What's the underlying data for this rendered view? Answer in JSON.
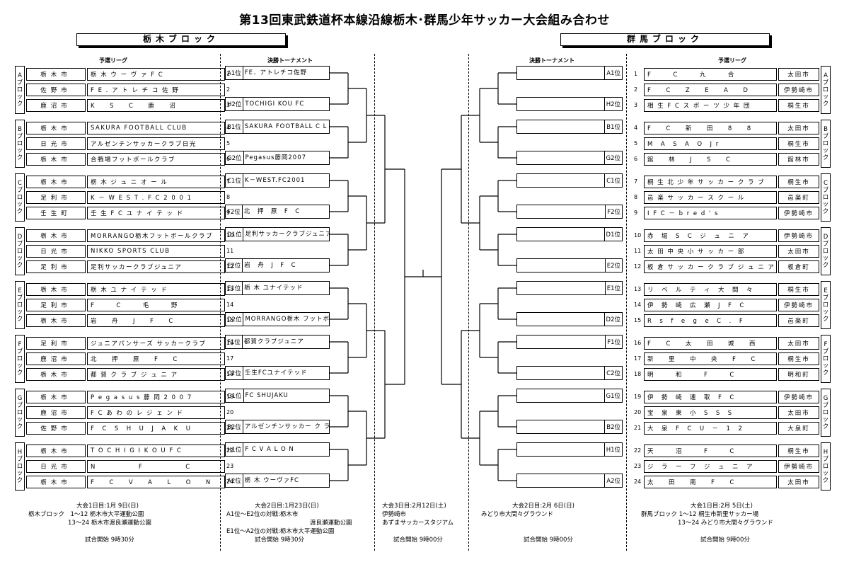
{
  "title": "第13回東武鉄道杯本線沿線栃木･群馬少年サッカー大会組み合わせ",
  "tochigi_banner": "栃木ブロック",
  "gunma_banner": "群馬ブロック",
  "label_prelim": "予選リーグ",
  "label_final": "決勝トーナメント",
  "tochigi_groups": [
    {
      "side": [
        "A",
        "ブ",
        "ロ",
        "ッ",
        "ク"
      ],
      "rows": [
        {
          "city": "栃木市",
          "team": "栃 木 ウ ー ヴ ァ F C",
          "num": "1"
        },
        {
          "city": "佐野市",
          "team": "F E . ア ト レ チ コ 佐 野",
          "num": "2"
        },
        {
          "city": "鹿沼市",
          "team": "K　　S　　C　　鹿　　沼",
          "num": "3"
        }
      ]
    },
    {
      "side": [
        "B",
        "ブ",
        "ロ",
        "ッ",
        "ク"
      ],
      "rows": [
        {
          "city": "栃木市",
          "team": "SAKURA FOOTBALL CLUB",
          "num": "4"
        },
        {
          "city": "日光市",
          "team": "アルゼンチンサッカークラブ日光",
          "num": "5"
        },
        {
          "city": "栃木市",
          "team": "合戦場フットボールクラブ",
          "num": "6"
        }
      ]
    },
    {
      "side": [
        "C",
        "ブ",
        "ロ",
        "ッ",
        "ク"
      ],
      "rows": [
        {
          "city": "栃木市",
          "team": "栃 木 ジ ュ ニ オ ー ル",
          "num": "7"
        },
        {
          "city": "足利市",
          "team": "K － W E S T . F C 2 0 0 1",
          "num": "8"
        },
        {
          "city": "壬生町",
          "team": "壬 生 F C ユ ナ イ テ ッ ド",
          "num": "9"
        }
      ]
    },
    {
      "side": [
        "D",
        "ブ",
        "ロ",
        "ッ",
        "ク"
      ],
      "rows": [
        {
          "city": "栃木市",
          "team": "MORRANGO栃木フットボールクラブ",
          "num": "10"
        },
        {
          "city": "日光市",
          "team": "NIKKO SPORTS CLUB",
          "num": "11"
        },
        {
          "city": "足利市",
          "team": "足利サッカークラブジュニア",
          "num": "12"
        }
      ]
    },
    {
      "side": [
        "E",
        "ブ",
        "ロ",
        "ッ",
        "ク"
      ],
      "rows": [
        {
          "city": "栃木市",
          "team": "栃 木 ユ ナ イ テ ッ ド",
          "num": "13"
        },
        {
          "city": "足利市",
          "team": "F　　　C　　　毛　　　野",
          "num": "14"
        },
        {
          "city": "栃木市",
          "team": "岩　　舟　　J　　F　　C",
          "num": "15"
        }
      ]
    },
    {
      "side": [
        "F",
        "ブ",
        "ロ",
        "ッ",
        "ク"
      ],
      "rows": [
        {
          "city": "足利市",
          "team": "ジュニアパンサーズ サッカークラブ",
          "num": "16"
        },
        {
          "city": "鹿沼市",
          "team": "北　　押　　原　　F　　C",
          "num": "17"
        },
        {
          "city": "栃木市",
          "team": "都 賀 ク ラ ブ ジ ュ ニ ア",
          "num": "18"
        }
      ]
    },
    {
      "side": [
        "G",
        "ブ",
        "ロ",
        "ッ",
        "ク"
      ],
      "rows": [
        {
          "city": "栃木市",
          "team": "P e g a s u s 藤 岡 2 0 0 7",
          "num": "19"
        },
        {
          "city": "鹿沼市",
          "team": "F C あ わ の レ ジ ェ ン ド",
          "num": "20"
        },
        {
          "city": "佐野市",
          "team": "F　C　S　H　U　J　A　K　U",
          "num": "21"
        }
      ]
    },
    {
      "side": [
        "H",
        "ブ",
        "ロ",
        "ッ",
        "ク"
      ],
      "rows": [
        {
          "city": "栃木市",
          "team": "T O C H I G I  K O U  F C",
          "num": "22"
        },
        {
          "city": "日光市",
          "team": "N　　　　　　F　　　　　　C",
          "num": "23"
        },
        {
          "city": "栃木市",
          "team": "F　　C　　V　　A　　L　　O　　N",
          "num": "24"
        }
      ]
    }
  ],
  "gunma_groups": [
    {
      "side": [
        "A",
        "ブ",
        "ロ",
        "ッ",
        "ク"
      ],
      "rows": [
        {
          "city": "太田市",
          "team": "F　　　C　　　九　　　合",
          "num": "1"
        },
        {
          "city": "伊勢崎市",
          "team": "F　　C　　Z　　E　　A　　D",
          "num": "2"
        },
        {
          "city": "桐生市",
          "team": "相 生 F C ス ポ ー ツ 少 年 団",
          "num": "3"
        }
      ]
    },
    {
      "side": [
        "B",
        "ブ",
        "ロ",
        "ッ",
        "ク"
      ],
      "rows": [
        {
          "city": "太田市",
          "team": "F　　C　　新　　田　　8　　8",
          "num": "4"
        },
        {
          "city": "桐生市",
          "team": "M　A　S　A　O　J r",
          "num": "5"
        },
        {
          "city": "館林市",
          "team": "館　　林　　J　　S　　C",
          "num": "6"
        }
      ]
    },
    {
      "side": [
        "C",
        "ブ",
        "ロ",
        "ッ",
        "ク"
      ],
      "rows": [
        {
          "city": "桐生市",
          "team": "桐 生 北 少 年 サ ッ カ ー ク ラ ブ",
          "num": "7"
        },
        {
          "city": "邑楽町",
          "team": "邑 楽 サ ッ カ ー ス ク ー ル",
          "num": "8"
        },
        {
          "city": "伊勢崎市",
          "team": "I F C － b r e d ' s",
          "num": "9"
        }
      ]
    },
    {
      "side": [
        "D",
        "ブ",
        "ロ",
        "ッ",
        "ク"
      ],
      "rows": [
        {
          "city": "伊勢崎市",
          "team": "赤　堀　S　C　ジ　ュ　ニ　ア",
          "num": "10"
        },
        {
          "city": "太田市",
          "team": "太 田 中 央 小 サ ッ カ ー 部",
          "num": "11"
        },
        {
          "city": "板倉町",
          "team": "板 倉 サ ッ カ ー ク ラ ブ ジ ュ ニ ア",
          "num": "12"
        }
      ]
    },
    {
      "side": [
        "E",
        "ブ",
        "ロ",
        "ッ",
        "ク"
      ],
      "rows": [
        {
          "city": "桐生市",
          "team": "リ　ベ　ル　テ　ィ　大　間　々",
          "num": "13"
        },
        {
          "city": "伊勢崎市",
          "team": "伊　勢　崎　広　瀬　J　F　C",
          "num": "14"
        },
        {
          "city": "邑楽町",
          "team": "R　s　f　e　g　e　C　.　F",
          "num": "15"
        }
      ]
    },
    {
      "side": [
        "F",
        "ブ",
        "ロ",
        "ッ",
        "ク"
      ],
      "rows": [
        {
          "city": "太田市",
          "team": "F　　C　　太　　田　　城　　西",
          "num": "16"
        },
        {
          "city": "桐生市",
          "team": "新　　里　　中　　央　　F　　C",
          "num": "17"
        },
        {
          "city": "明和町",
          "team": "明　　　和　　　F　　　C",
          "num": "18"
        }
      ]
    },
    {
      "side": [
        "G",
        "ブ",
        "ロ",
        "ッ",
        "ク"
      ],
      "rows": [
        {
          "city": "伊勢崎市",
          "team": "伊　勢　崎　連　取　F　C",
          "num": "19"
        },
        {
          "city": "太田市",
          "team": "宝　泉　東　小　S　S　S",
          "num": "20"
        },
        {
          "city": "大泉町",
          "team": "大　泉　F　C　U　－　1　2",
          "num": "21"
        }
      ]
    },
    {
      "side": [
        "H",
        "ブ",
        "ロ",
        "ッ",
        "ク"
      ],
      "rows": [
        {
          "city": "桐生市",
          "team": "天　　　沼　　　F　　　C",
          "num": "22"
        },
        {
          "city": "伊勢崎市",
          "team": "ジ　ラ　ー　フ　ジ　ュ　ニ　ア",
          "num": "23"
        },
        {
          "city": "太田市",
          "team": "太　　田　　南　　F　　C",
          "num": "24"
        }
      ]
    }
  ],
  "tochigi_tournament": [
    {
      "lab": "A1位",
      "team": "FE．アトレチコ佐野"
    },
    {
      "lab": "H2位",
      "team": "TOCHIGI KOU FC"
    },
    {
      "lab": "B1位",
      "team": "SAKURA FOOTBALL C L U B"
    },
    {
      "lab": "G2位",
      "team": "Pegasus藤岡2007"
    },
    {
      "lab": "C1位",
      "team": "K－WEST.FC2001"
    },
    {
      "lab": "F2位",
      "team": "北　押　原　F　C"
    },
    {
      "lab": "D1位",
      "team": "足利サッカークラブジュニア"
    },
    {
      "lab": "E2位",
      "team": "岩　舟　J　F　C"
    },
    {
      "lab": "E1位",
      "team": "栃 木 ユナイテッド"
    },
    {
      "lab": "D2位",
      "team": "MORRANGO栃木 フットボールクラブ"
    },
    {
      "lab": "F1位",
      "team": "都賀クラブジュニア"
    },
    {
      "lab": "C2位",
      "team": "壬生FCユナイテッド"
    },
    {
      "lab": "G1位",
      "team": "FC SHUJAKU"
    },
    {
      "lab": "B2位",
      "team": "アルゼンチンサッカー ク ラ ブ 日 光"
    },
    {
      "lab": "H1位",
      "team": "F C V A L O N"
    },
    {
      "lab": "A2位",
      "team": "栃 木 ウーヴァFC"
    }
  ],
  "gunma_tournament": [
    "A1位",
    "H2位",
    "B1位",
    "G2位",
    "C1位",
    "F2位",
    "D1位",
    "E2位",
    "E1位",
    "D2位",
    "F1位",
    "C2位",
    "G1位",
    "B2位",
    "H1位",
    "A2位"
  ],
  "footer": {
    "t_prelim": [
      "大会1日目:1月 9日(日)",
      "栃木ブロック　1～12  栃木市大平運動公園",
      "13～24  栃木市渡良瀬運動公園",
      "試合開始  9時30分"
    ],
    "t_final": [
      "大会2日目:1月23日(日)",
      "A1位～E2位の対戦:栃木市",
      "渡良瀬運動公園",
      "E1位～A2位の対戦:栃木市大平運動公園",
      "試合開始  9時30分"
    ],
    "center": [
      "大会3日目:2月12日(土)",
      "伊勢崎市",
      "あずまサッカースタジアム",
      "試合開始  9時00分"
    ],
    "g_final": [
      "大会2日目:2月 6日(日)",
      "みどり市大間々グラウンド",
      "試合開始  9時00分"
    ],
    "g_prelim": [
      "大会1日目:2月 5日(土)",
      "群馬ブロック  1～12  桐生市新里サッカー場",
      "13～24  みどり市大間々グラウンド",
      "試合開始  9時00分"
    ]
  }
}
